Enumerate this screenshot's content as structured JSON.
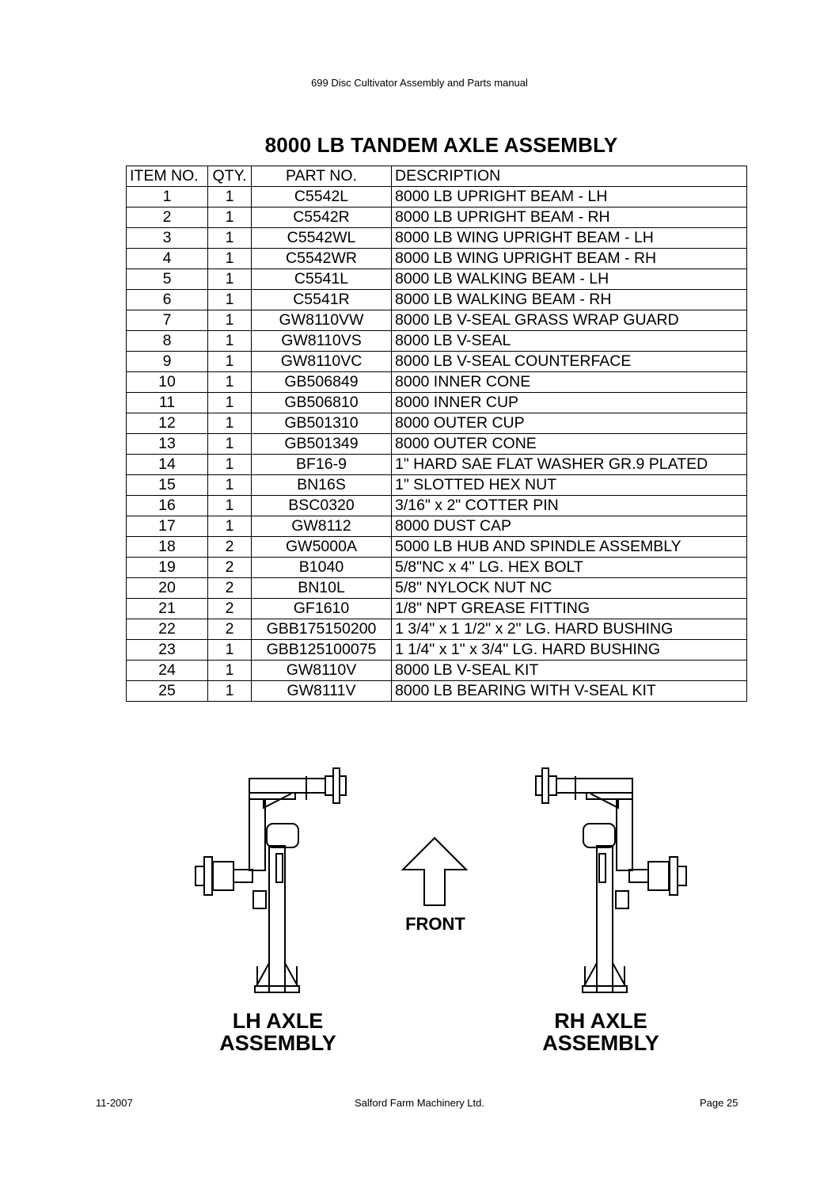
{
  "header": {
    "manual_title": "699 Disc Cultivator Assembly and Parts manual"
  },
  "title": "8000 LB TANDEM AXLE ASSEMBLY",
  "table": {
    "columns": [
      "ITEM NO.",
      "QTY.",
      "PART NO.",
      "DESCRIPTION"
    ],
    "rows": [
      [
        "1",
        "1",
        "C5542L",
        "8000 LB UPRIGHT BEAM - LH"
      ],
      [
        "2",
        "1",
        "C5542R",
        "8000 LB UPRIGHT BEAM - RH"
      ],
      [
        "3",
        "1",
        "C5542WL",
        "8000 LB WING UPRIGHT BEAM - LH"
      ],
      [
        "4",
        "1",
        "C5542WR",
        "8000 LB WING UPRIGHT BEAM - RH"
      ],
      [
        "5",
        "1",
        "C5541L",
        "8000 LB WALKING BEAM - LH"
      ],
      [
        "6",
        "1",
        "C5541R",
        "8000 LB WALKING BEAM - RH"
      ],
      [
        "7",
        "1",
        "GW8110VW",
        "8000 LB V-SEAL GRASS WRAP GUARD"
      ],
      [
        "8",
        "1",
        "GW8110VS",
        "8000 LB V-SEAL"
      ],
      [
        "9",
        "1",
        "GW8110VC",
        "8000 LB V-SEAL COUNTERFACE"
      ],
      [
        "10",
        "1",
        "GB506849",
        "8000 INNER CONE"
      ],
      [
        "11",
        "1",
        "GB506810",
        "8000 INNER CUP"
      ],
      [
        "12",
        "1",
        "GB501310",
        "8000 OUTER CUP"
      ],
      [
        "13",
        "1",
        "GB501349",
        "8000 OUTER CONE"
      ],
      [
        "14",
        "1",
        "BF16-9",
        "1\" HARD SAE FLAT WASHER GR.9 PLATED"
      ],
      [
        "15",
        "1",
        "BN16S",
        "1\" SLOTTED HEX NUT"
      ],
      [
        "16",
        "1",
        "BSC0320",
        "3/16\" x 2\" COTTER PIN"
      ],
      [
        "17",
        "1",
        "GW8112",
        "8000 DUST CAP"
      ],
      [
        "18",
        "2",
        "GW5000A",
        "5000 LB HUB AND SPINDLE ASSEMBLY"
      ],
      [
        "19",
        "2",
        "B1040",
        "5/8\"NC x 4\" LG. HEX BOLT"
      ],
      [
        "20",
        "2",
        "BN10L",
        "5/8\" NYLOCK NUT NC"
      ],
      [
        "21",
        "2",
        "GF1610",
        "1/8\" NPT GREASE FITTING"
      ],
      [
        "22",
        "2",
        "GBB175150200",
        "1 3/4\" x 1 1/2\" x 2\" LG. HARD BUSHING"
      ],
      [
        "23",
        "1",
        "GBB125100075",
        "1 1/4\" x 1\" x 3/4\" LG. HARD BUSHING"
      ],
      [
        "24",
        "1",
        "GW8110V",
        "8000 LB V-SEAL KIT"
      ],
      [
        "25",
        "1",
        "GW8111V",
        "8000 LB BEARING WITH V-SEAL KIT"
      ]
    ]
  },
  "drawing": {
    "front_label": "FRONT",
    "lh_label_line1": "LH AXLE",
    "lh_label_line2": "ASSEMBLY",
    "rh_label_line1": "RH AXLE",
    "rh_label_line2": "ASSEMBLY"
  },
  "footer": {
    "date": "11-2007",
    "company": "Salford Farm Machinery Ltd.",
    "page": "Page 25"
  }
}
